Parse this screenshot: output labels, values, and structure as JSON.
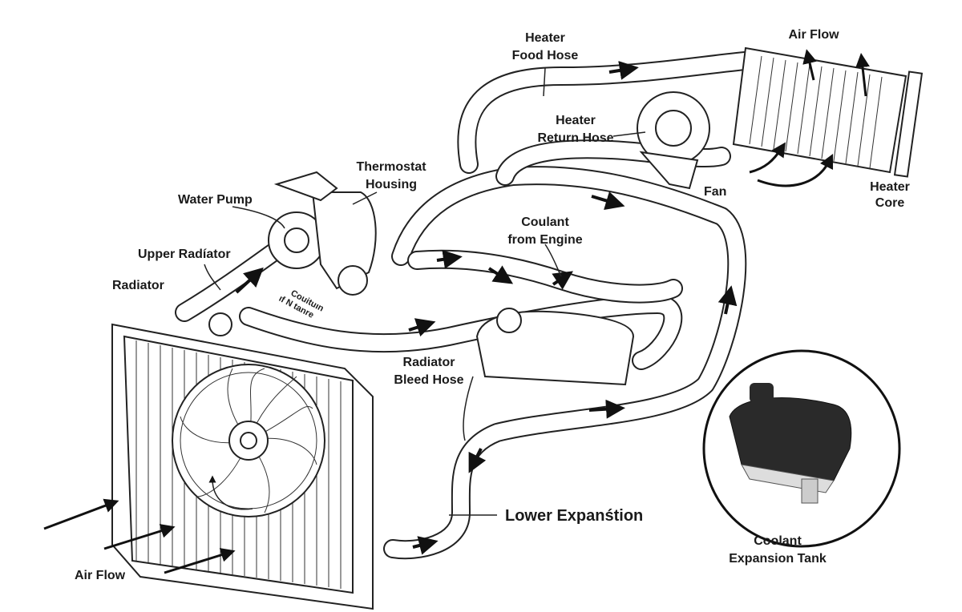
{
  "labels": {
    "heater_feed_hose": [
      "Heater",
      "Food Hose"
    ],
    "air_flow_top": "Air Flow",
    "heater_return_hose": [
      "Heater",
      "Return Hose"
    ],
    "thermostat_housing": [
      "Thermostat",
      "Housing"
    ],
    "water_pump": "Water Pump",
    "upper_radiator": "Upper Radíator",
    "radiator": "Radiator",
    "garbled_text": [
      "Couituın",
      "ıf N tanre"
    ],
    "coolant_from_engine": [
      "Coulant",
      "from Engine"
    ],
    "fan": "Fan",
    "heater_core": [
      "Heater",
      "Core"
    ],
    "radiator_bleed_hose": [
      "Radiator",
      "Bleed Hose"
    ],
    "lower_expansion": "Lower Expanśtion",
    "air_flow_bottom": "Air Flow",
    "coolant_expansion_tank": [
      "Coolant",
      "Expansion Tank"
    ]
  },
  "colors": {
    "line": "#222222",
    "background": "#ffffff",
    "tank_fill": "#2a2a2a"
  }
}
